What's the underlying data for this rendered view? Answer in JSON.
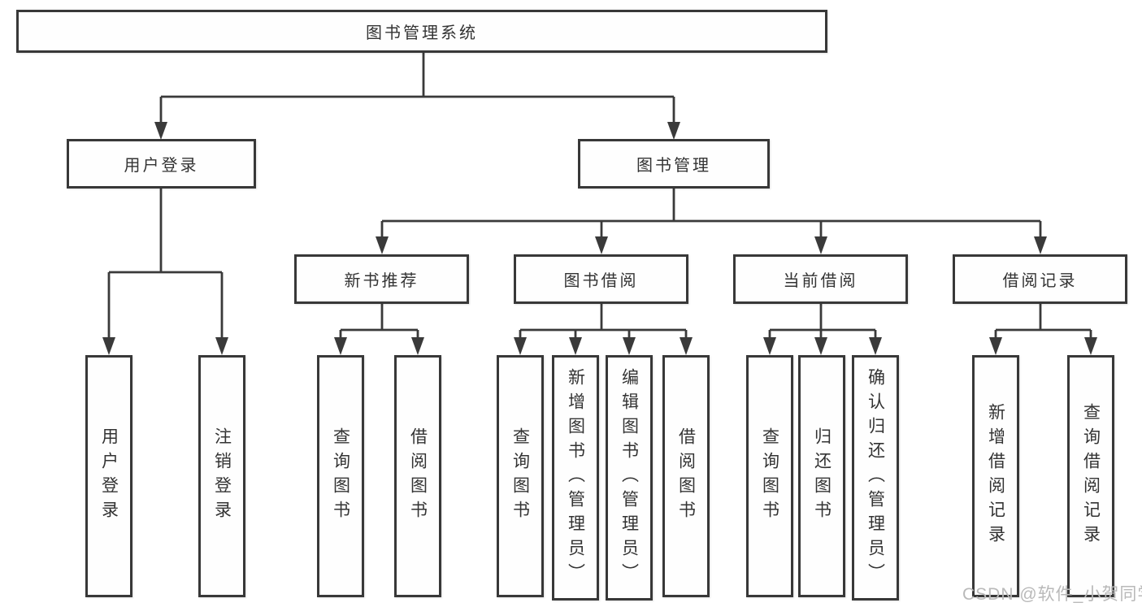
{
  "tree": {
    "root": {
      "label": "图书管理系统"
    },
    "branches": [
      {
        "label": "用户登录",
        "leaves": [
          {
            "label": "用户登录"
          },
          {
            "label": "注销登录"
          }
        ]
      },
      {
        "label": "图书管理",
        "groups": [
          {
            "label": "新书推荐",
            "leaves": [
              {
                "label": "查询图书"
              },
              {
                "label": "借阅图书"
              }
            ]
          },
          {
            "label": "图书借阅",
            "leaves": [
              {
                "label": "查询图书"
              },
              {
                "label": "新增图书（管理员）"
              },
              {
                "label": "编辑图书（管理员）"
              },
              {
                "label": "借阅图书"
              }
            ]
          },
          {
            "label": "当前借阅",
            "leaves": [
              {
                "label": "查询图书"
              },
              {
                "label": "归还图书"
              },
              {
                "label": "确认归还（管理员）"
              }
            ]
          },
          {
            "label": "借阅记录",
            "leaves": [
              {
                "label": "新增借阅记录"
              },
              {
                "label": "查询借阅记录"
              }
            ]
          }
        ]
      }
    ]
  },
  "watermark": {
    "label": "CSDN @软件_小贺同学"
  },
  "colors": {
    "line": "#3a3a3a",
    "box_border": "#383838",
    "text": "#333333",
    "watermark": "#b9b9b9",
    "background": "#ffffff"
  }
}
